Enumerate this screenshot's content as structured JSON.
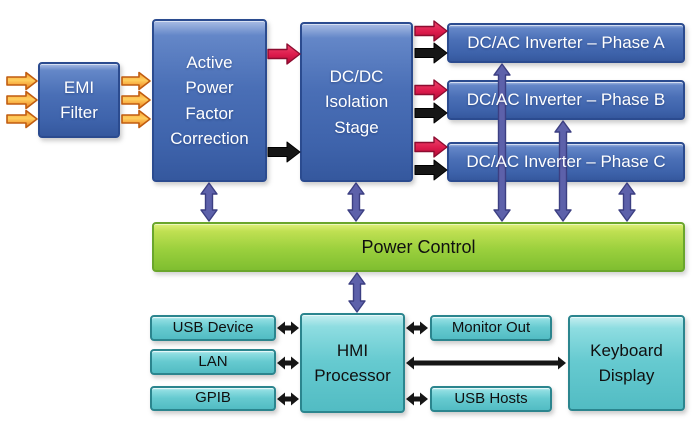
{
  "diagram": {
    "type": "block-diagram",
    "blocks": {
      "emi_filter": "EMI Filter",
      "apfc": "Active Power Factor Correction",
      "dcdc_isolation": "DC/DC Isolation Stage",
      "inverter_a": "DC/AC Inverter – Phase A",
      "inverter_b": "DC/AC Inverter – Phase B",
      "inverter_c": "DC/AC Inverter – Phase C",
      "power_control": "Power Control",
      "usb_device": "USB Device",
      "lan": "LAN",
      "gpib": "GPIB",
      "hmi_processor": "HMI Processor",
      "monitor_out": "Monitor Out",
      "usb_hosts": "USB Hosts",
      "keyboard_display": "Keyboard Display"
    },
    "connections": [
      {
        "from": "AC input lines",
        "to": "EMI Filter",
        "style": "orange-power",
        "count": 3,
        "direction": "one-way"
      },
      {
        "from": "EMI Filter",
        "to": "Active Power Factor Correction",
        "style": "orange-power",
        "count": 3,
        "direction": "one-way"
      },
      {
        "from": "Active Power Factor Correction",
        "to": "DC/DC Isolation Stage",
        "style": "red-power",
        "direction": "one-way"
      },
      {
        "from": "Active Power Factor Correction",
        "to": "DC/DC Isolation Stage",
        "style": "black-power",
        "direction": "one-way"
      },
      {
        "from": "DC/DC Isolation Stage",
        "to": "DC/AC Inverter – Phase A",
        "style": "red-power",
        "direction": "one-way"
      },
      {
        "from": "DC/DC Isolation Stage",
        "to": "DC/AC Inverter – Phase A",
        "style": "black-power",
        "direction": "one-way"
      },
      {
        "from": "DC/DC Isolation Stage",
        "to": "DC/AC Inverter – Phase B",
        "style": "red-power",
        "direction": "one-way"
      },
      {
        "from": "DC/DC Isolation Stage",
        "to": "DC/AC Inverter – Phase B",
        "style": "black-power",
        "direction": "one-way"
      },
      {
        "from": "DC/DC Isolation Stage",
        "to": "DC/AC Inverter – Phase C",
        "style": "red-power",
        "direction": "one-way"
      },
      {
        "from": "DC/DC Isolation Stage",
        "to": "DC/AC Inverter – Phase C",
        "style": "black-power",
        "direction": "one-way"
      },
      {
        "from": "Power Control",
        "to": "Active Power Factor Correction",
        "style": "purple-control",
        "direction": "bidirectional"
      },
      {
        "from": "Power Control",
        "to": "DC/DC Isolation Stage",
        "style": "purple-control",
        "direction": "bidirectional"
      },
      {
        "from": "Power Control",
        "to": "DC/AC Inverter – Phase A",
        "style": "purple-control",
        "direction": "bidirectional"
      },
      {
        "from": "Power Control",
        "to": "DC/AC Inverter – Phase B",
        "style": "purple-control",
        "direction": "bidirectional"
      },
      {
        "from": "Power Control",
        "to": "DC/AC Inverter – Phase C",
        "style": "purple-control",
        "direction": "bidirectional"
      },
      {
        "from": "Power Control",
        "to": "HMI Processor",
        "style": "purple-control",
        "direction": "bidirectional"
      },
      {
        "from": "HMI Processor",
        "to": "USB Device",
        "style": "black-data",
        "direction": "bidirectional"
      },
      {
        "from": "HMI Processor",
        "to": "LAN",
        "style": "black-data",
        "direction": "bidirectional"
      },
      {
        "from": "HMI Processor",
        "to": "GPIB",
        "style": "black-data",
        "direction": "bidirectional"
      },
      {
        "from": "HMI Processor",
        "to": "Monitor Out",
        "style": "black-data",
        "direction": "bidirectional"
      },
      {
        "from": "HMI Processor",
        "to": "USB Hosts",
        "style": "black-data",
        "direction": "bidirectional"
      },
      {
        "from": "HMI Processor",
        "to": "Keyboard Display",
        "style": "black-data",
        "direction": "bidirectional"
      }
    ],
    "colors": {
      "background": "#ffffff",
      "box_blue": "#4a6fb6",
      "box_blue_border": "#2b4b8f",
      "box_cyan": "#66cad0",
      "box_cyan_border": "#2b858e",
      "bar_green": "#9bd03d",
      "bar_green_border": "#6aa62c",
      "arrow_purple": "#5d61aa",
      "arrow_purple_border": "#3c3f82",
      "arrow_red": "#dc1a4b",
      "arrow_red_light": "#ef486f",
      "arrow_red_deep": "#b00c36",
      "arrow_red_border": "#8c0c30",
      "arrow_orange": "#ee7d1d",
      "arrow_orange_top": "#f79b30",
      "arrow_orange_light": "#ffcf5e",
      "arrow_orange_border": "#c05c10",
      "arrow_black": "#161616"
    }
  }
}
